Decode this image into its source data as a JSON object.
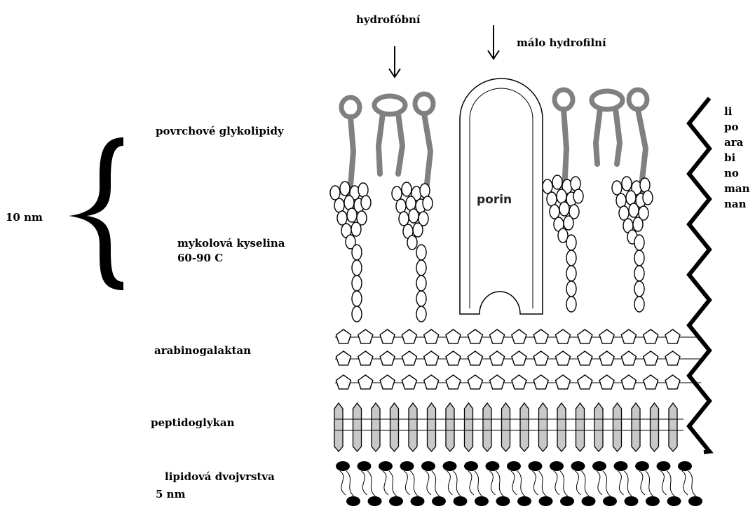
{
  "labels": {
    "hydrophobic": "hydrofóbní",
    "slightly_hydrophilic": "málo hydrofilní",
    "surface_glycolipids": "povrchové glykolipidy",
    "thickness_outer": "10 nm",
    "mycolic_acid_line1": "mykolová kyselina",
    "mycolic_acid_line2": "60-90 C",
    "porin": "porin",
    "arabinogalactan": "arabinogalaktan",
    "peptidoglycan": "peptidoglykan",
    "lipid_bilayer_line1": "lipidová dvojvrstva",
    "lipid_bilayer_line2": "5 nm"
  },
  "lipoarabinomannan": [
    "li",
    "po",
    "ara",
    "bi",
    "no",
    "man",
    "nan"
  ],
  "colors": {
    "line": "#000000",
    "glycolipid": "#808080",
    "peptidoglycan_fill": "#c8c8c8",
    "background": "#ffffff"
  }
}
